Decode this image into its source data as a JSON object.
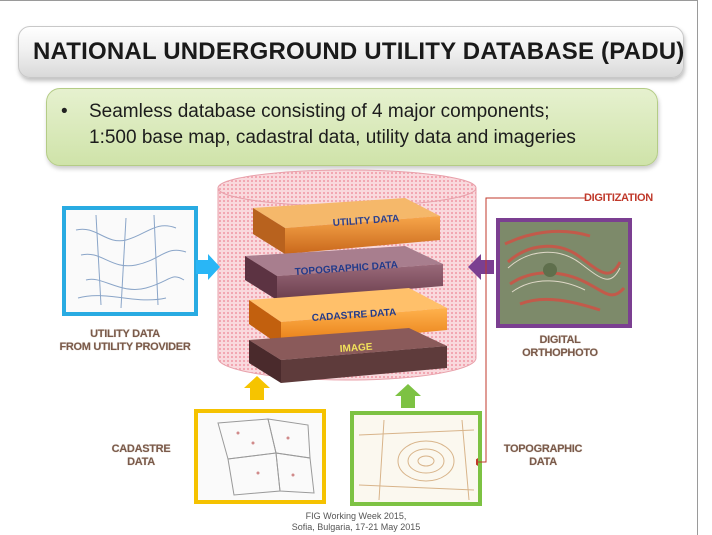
{
  "title": "NATIONAL UNDERGROUND UTILITY DATABASE (PADU)",
  "bullet": {
    "line1": "Seamless database consisting of 4 major components;",
    "line2": "1:500 base map, cadastral data, utility data and imageries"
  },
  "layers": {
    "utility": "UTILITY DATA",
    "topographic": "TOPOGRAPHIC DATA",
    "cadastre": "CADASTRE DATA",
    "image": "IMAGE"
  },
  "labels": {
    "digitization": "DIGITIZATION",
    "utility_line1": "UTILITY DATA",
    "utility_line2": "FROM UTILITY PROVIDER",
    "ortho_line1": "DIGITAL",
    "ortho_line2": "ORTHOPHOTO",
    "cadastre_line1": "CADASTRE",
    "cadastre_line2": "DATA",
    "topo_line1": "TOPOGRAPHIC",
    "topo_line2": "DATA"
  },
  "footer": {
    "line1": "FIG Working Week 2015,",
    "line2": "Sofia, Bulgaria, 17-21 May 2015"
  },
  "colors": {
    "utility_frame": "#29abe2",
    "ortho_frame": "#7b3f91",
    "cadastre_frame": "#f5c200",
    "topo_frame": "#7dc243",
    "utility_arrow": "#29b6f6",
    "ortho_arrow": "#7b3f91",
    "cadastre_arrow": "#f6c400",
    "topo_arrow": "#7dc243",
    "digitization_line": "#c0392b"
  }
}
